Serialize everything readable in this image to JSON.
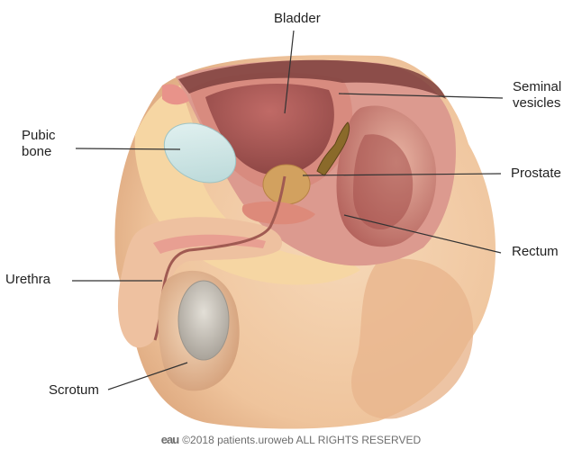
{
  "labels": {
    "bladder": "Bladder",
    "pubic_line1": "Pubic",
    "pubic_line2": "bone",
    "seminal_line1": "Seminal",
    "seminal_line2": "vesicles",
    "prostate": "Prostate",
    "rectum": "Rectum",
    "urethra": "Urethra",
    "scrotum": "Scrotum"
  },
  "footer": {
    "logo": "eau",
    "copyright": "©2018 patients.uroweb ALL RIGHTS RESERVED"
  },
  "colors": {
    "skin": "#f2c9a0",
    "skin_shadow": "#dba477",
    "fat": "#f7d9a6",
    "muscle_pink": "#e9a39a",
    "bladder_wall": "#d77f76",
    "bladder_inner": "#b9605d",
    "dark_cavity": "#8f4d4a",
    "pubic_bone": "#cfe6e6",
    "prostate": "#d4a462",
    "seminal": "#8b6a28",
    "label_line": "#333333"
  }
}
